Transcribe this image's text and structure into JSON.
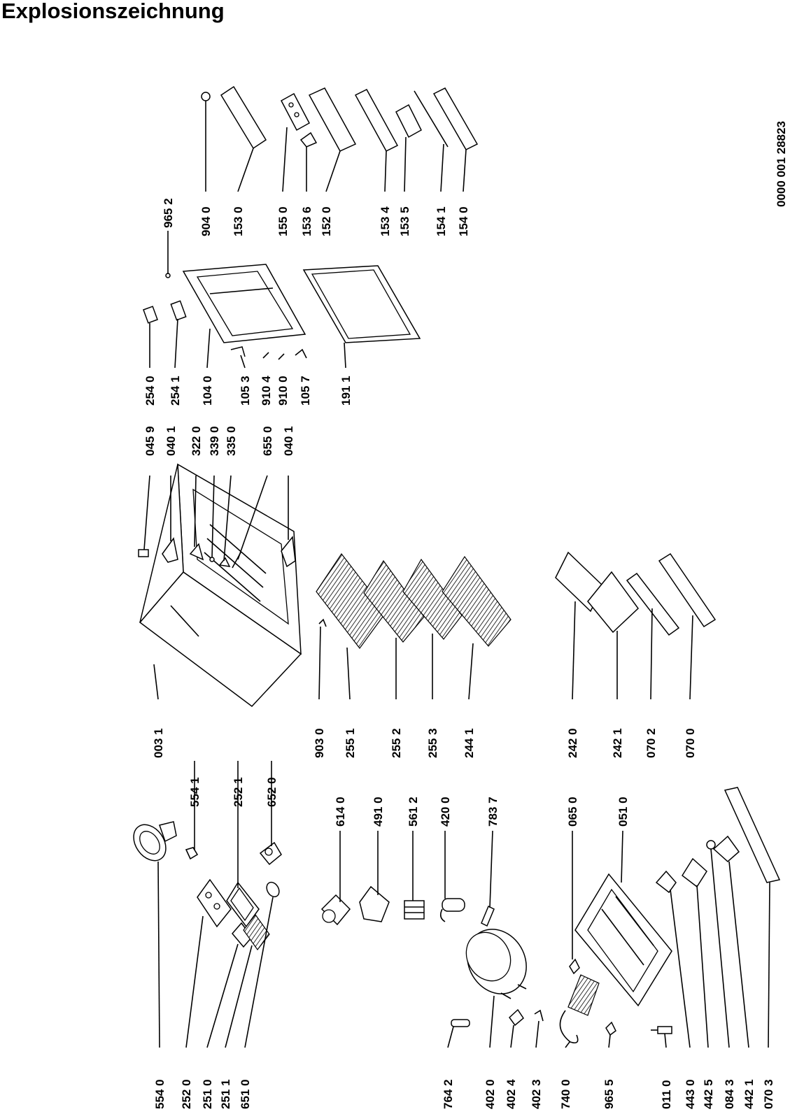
{
  "title": "Explosionszeichnung",
  "document_code": "0000 001 28823",
  "part_labels": [
    "554 0",
    "252 0",
    "251 0",
    "251 1",
    "651 0",
    "764 2",
    "402 0",
    "402 4",
    "402 3",
    "740 0",
    "965 5",
    "011 0",
    "443 0",
    "442 5",
    "084 3",
    "442 1",
    "070 3",
    "554 1",
    "252 1",
    "652 0",
    "614 0",
    "491 0",
    "561 2",
    "420 0",
    "783 7",
    "065 0",
    "051 0",
    "003 1",
    "903 0",
    "255 1",
    "255 2",
    "255 3",
    "244 1",
    "242 0",
    "242 1",
    "070 2",
    "070 0",
    "045 9",
    "040 1",
    "322 0",
    "339 0",
    "335 0",
    "655 0",
    "040 1",
    "254 0",
    "254 1",
    "104 0",
    "105 3",
    "910 4",
    "910 0",
    "105 7",
    "191 1",
    "965 2",
    "904 0",
    "153 0",
    "155 0",
    "153 6",
    "152 0",
    "153 4",
    "153 5",
    "154 1",
    "154 0"
  ]
}
